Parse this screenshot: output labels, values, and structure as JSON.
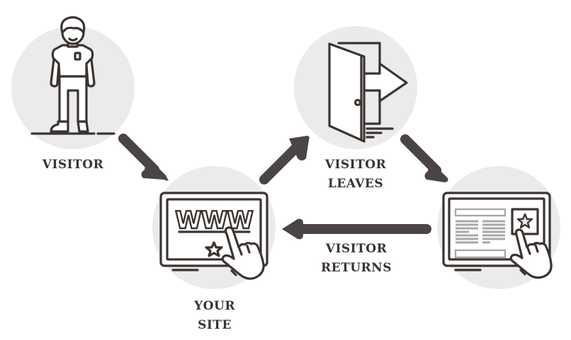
{
  "diagram": {
    "type": "cycle-flow",
    "colors": {
      "ink": "#3b3431",
      "arrow": "#4a4544",
      "circle_fill": "#ebebeb",
      "background": "#ffffff"
    },
    "nodes": [
      {
        "id": "visitor",
        "icon": "person-icon",
        "label_lines": [
          "VISITOR"
        ]
      },
      {
        "id": "your-site",
        "icon": "tablet-www-icon",
        "label_lines": [
          "YOUR",
          "SITE"
        ]
      },
      {
        "id": "visitor-leaves",
        "icon": "exit-door-icon",
        "label_lines": [
          "VISITOR",
          "LEAVES"
        ]
      },
      {
        "id": "returning-site",
        "icon": "tablet-content-star-icon",
        "label_lines": []
      }
    ],
    "edges": [
      {
        "from": "visitor",
        "to": "your-site",
        "label_lines": []
      },
      {
        "from": "your-site",
        "to": "visitor-leaves",
        "label_lines": []
      },
      {
        "from": "visitor-leaves",
        "to": "returning-site",
        "label_lines": []
      },
      {
        "from": "returning-site",
        "to": "your-site",
        "label_lines": [
          "VISITOR",
          "RETURNS"
        ]
      }
    ],
    "www_text": "WWW"
  }
}
